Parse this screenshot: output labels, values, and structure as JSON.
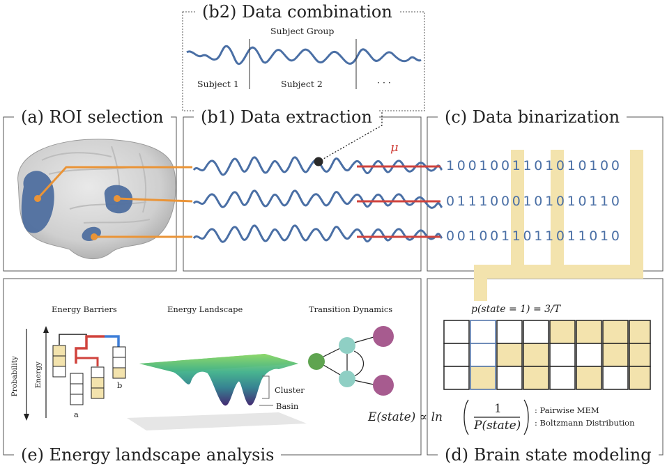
{
  "panels": {
    "a": "(a) ROI selection",
    "b1": "(b1) Data extraction",
    "b2": "(b2) Data combination",
    "c": "(c) Data binarization",
    "d": "(d) Brain state modeling",
    "e": "(e) Energy landscape analysis"
  },
  "combination": {
    "group_label": "Subject Group",
    "subject1": "Subject 1",
    "subject2": "Subject 2",
    "ellipsis": "· · ·"
  },
  "extraction": {
    "mean_symbol": "μ"
  },
  "binarization": {
    "rows": [
      "1001001101010100",
      "0111000101010110",
      "0010011011011010"
    ]
  },
  "modeling": {
    "probability_expr": "p(state = 1) = 3/T",
    "energy_lhs": "E(state) ∝ ln",
    "fraction_top": "1",
    "fraction_bottom": "P(state)",
    "label_mem": ": Pairwise MEM",
    "label_boltzmann": ": Boltzmann Distribution"
  },
  "energy": {
    "barriers_title": "Energy Barriers",
    "landscape_title": "Energy Landscape",
    "dynamics_title": "Transition Dynamics",
    "axis_probability": "Probability",
    "axis_energy": "Energy",
    "node_a": "a",
    "node_b": "b",
    "cluster_label": "Cluster",
    "basin_label": "Basin"
  },
  "colors": {
    "signal": "#4a6fa5",
    "mean_line": "#d0433d",
    "highlight": "#f3e3ad",
    "orange": "#ea9437",
    "roi": "#4f6f9f"
  }
}
